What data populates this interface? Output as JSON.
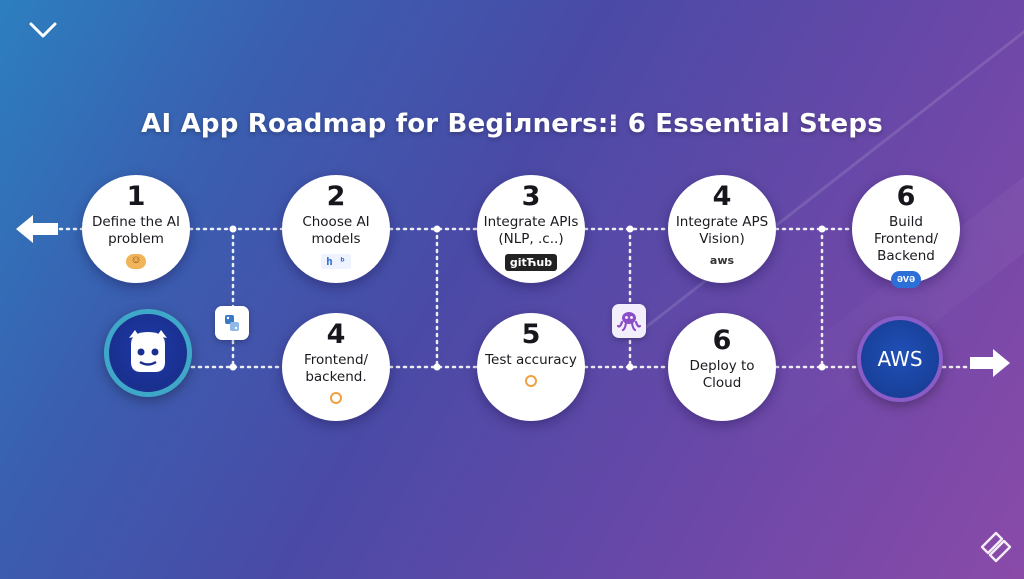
{
  "title": "AI App Roadmap for Begiлners:⁝ 6 Essential Steps",
  "icons": {
    "collapse": "chevron-down-icon",
    "back_arrow": "arrow-left-icon",
    "forward_arrow": "arrow-right-icon",
    "mascot": "robot-mascot-icon",
    "python_tile": "python-logo-icon",
    "octopus_tile": "octopus-logo-icon",
    "watermark": "brand-watermark-icon"
  },
  "colors": {
    "background_start": "#2c7fbf",
    "background_end": "#8a4aa8",
    "node_fill": "#ffffff",
    "connector": "#ffffff",
    "aws_blue": "#1a45a8"
  },
  "top_row": [
    {
      "num": "1",
      "label": "Define the AI problem",
      "badge": "☺",
      "badge_icon": "face-emoji-icon"
    },
    {
      "num": "2",
      "label": "Choose AI models",
      "badge": "h ᵇ",
      "badge_icon": "hb-logo-icon"
    },
    {
      "num": "3",
      "label": "Integrate APIs (NLP, .c..)",
      "badge": "gitЋub",
      "badge_icon": "github-logo-icon"
    },
    {
      "num": "4",
      "label": "Integrate APS Vision)",
      "badge": "aws",
      "badge_icon": "aws-logo-icon"
    },
    {
      "num": "6",
      "label": "Build Frontend/ Backend",
      "badge": "əvə",
      "badge_icon": "cloud-logo-icon"
    }
  ],
  "bottom_row": [
    {
      "num": "4",
      "label": "Frontend/ backend.",
      "badge_icon": "circle-badge-icon"
    },
    {
      "num": "5",
      "label": "Test accuracy",
      "badge_icon": "circle-badge-icon"
    },
    {
      "num": "6",
      "label": "Deploy to Cloud",
      "badge_icon": ""
    }
  ],
  "aws_circle": "AWS"
}
